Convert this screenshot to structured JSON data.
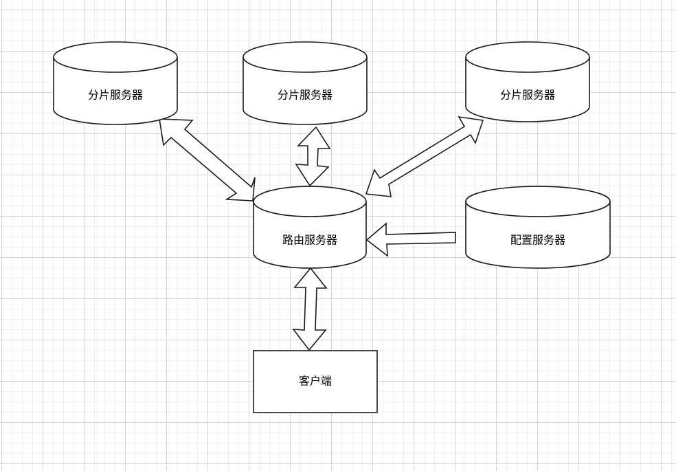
{
  "diagram": {
    "title": "",
    "nodes": [
      {
        "id": "shard1",
        "type": "cylinder",
        "label": "分片服务器"
      },
      {
        "id": "shard2",
        "type": "cylinder",
        "label": "分片服务器"
      },
      {
        "id": "shard3",
        "type": "cylinder",
        "label": "分片服务器"
      },
      {
        "id": "router",
        "type": "cylinder",
        "label": "路由服务器"
      },
      {
        "id": "config",
        "type": "cylinder",
        "label": "配置服务器"
      },
      {
        "id": "client",
        "type": "rectangle",
        "label": "客户端"
      }
    ],
    "edges": [
      {
        "from": "router",
        "to": "shard1",
        "style": "double-arrow"
      },
      {
        "from": "router",
        "to": "shard2",
        "style": "double-arrow"
      },
      {
        "from": "router",
        "to": "shard3",
        "style": "double-arrow"
      },
      {
        "from": "config",
        "to": "router",
        "style": "single-arrow"
      },
      {
        "from": "router",
        "to": "client",
        "style": "double-arrow"
      }
    ],
    "colors": {
      "stroke": "#1a1a1a",
      "fill": "#ffffff",
      "grid_major": "#d6d6d6",
      "grid_minor": "#efefef"
    }
  }
}
